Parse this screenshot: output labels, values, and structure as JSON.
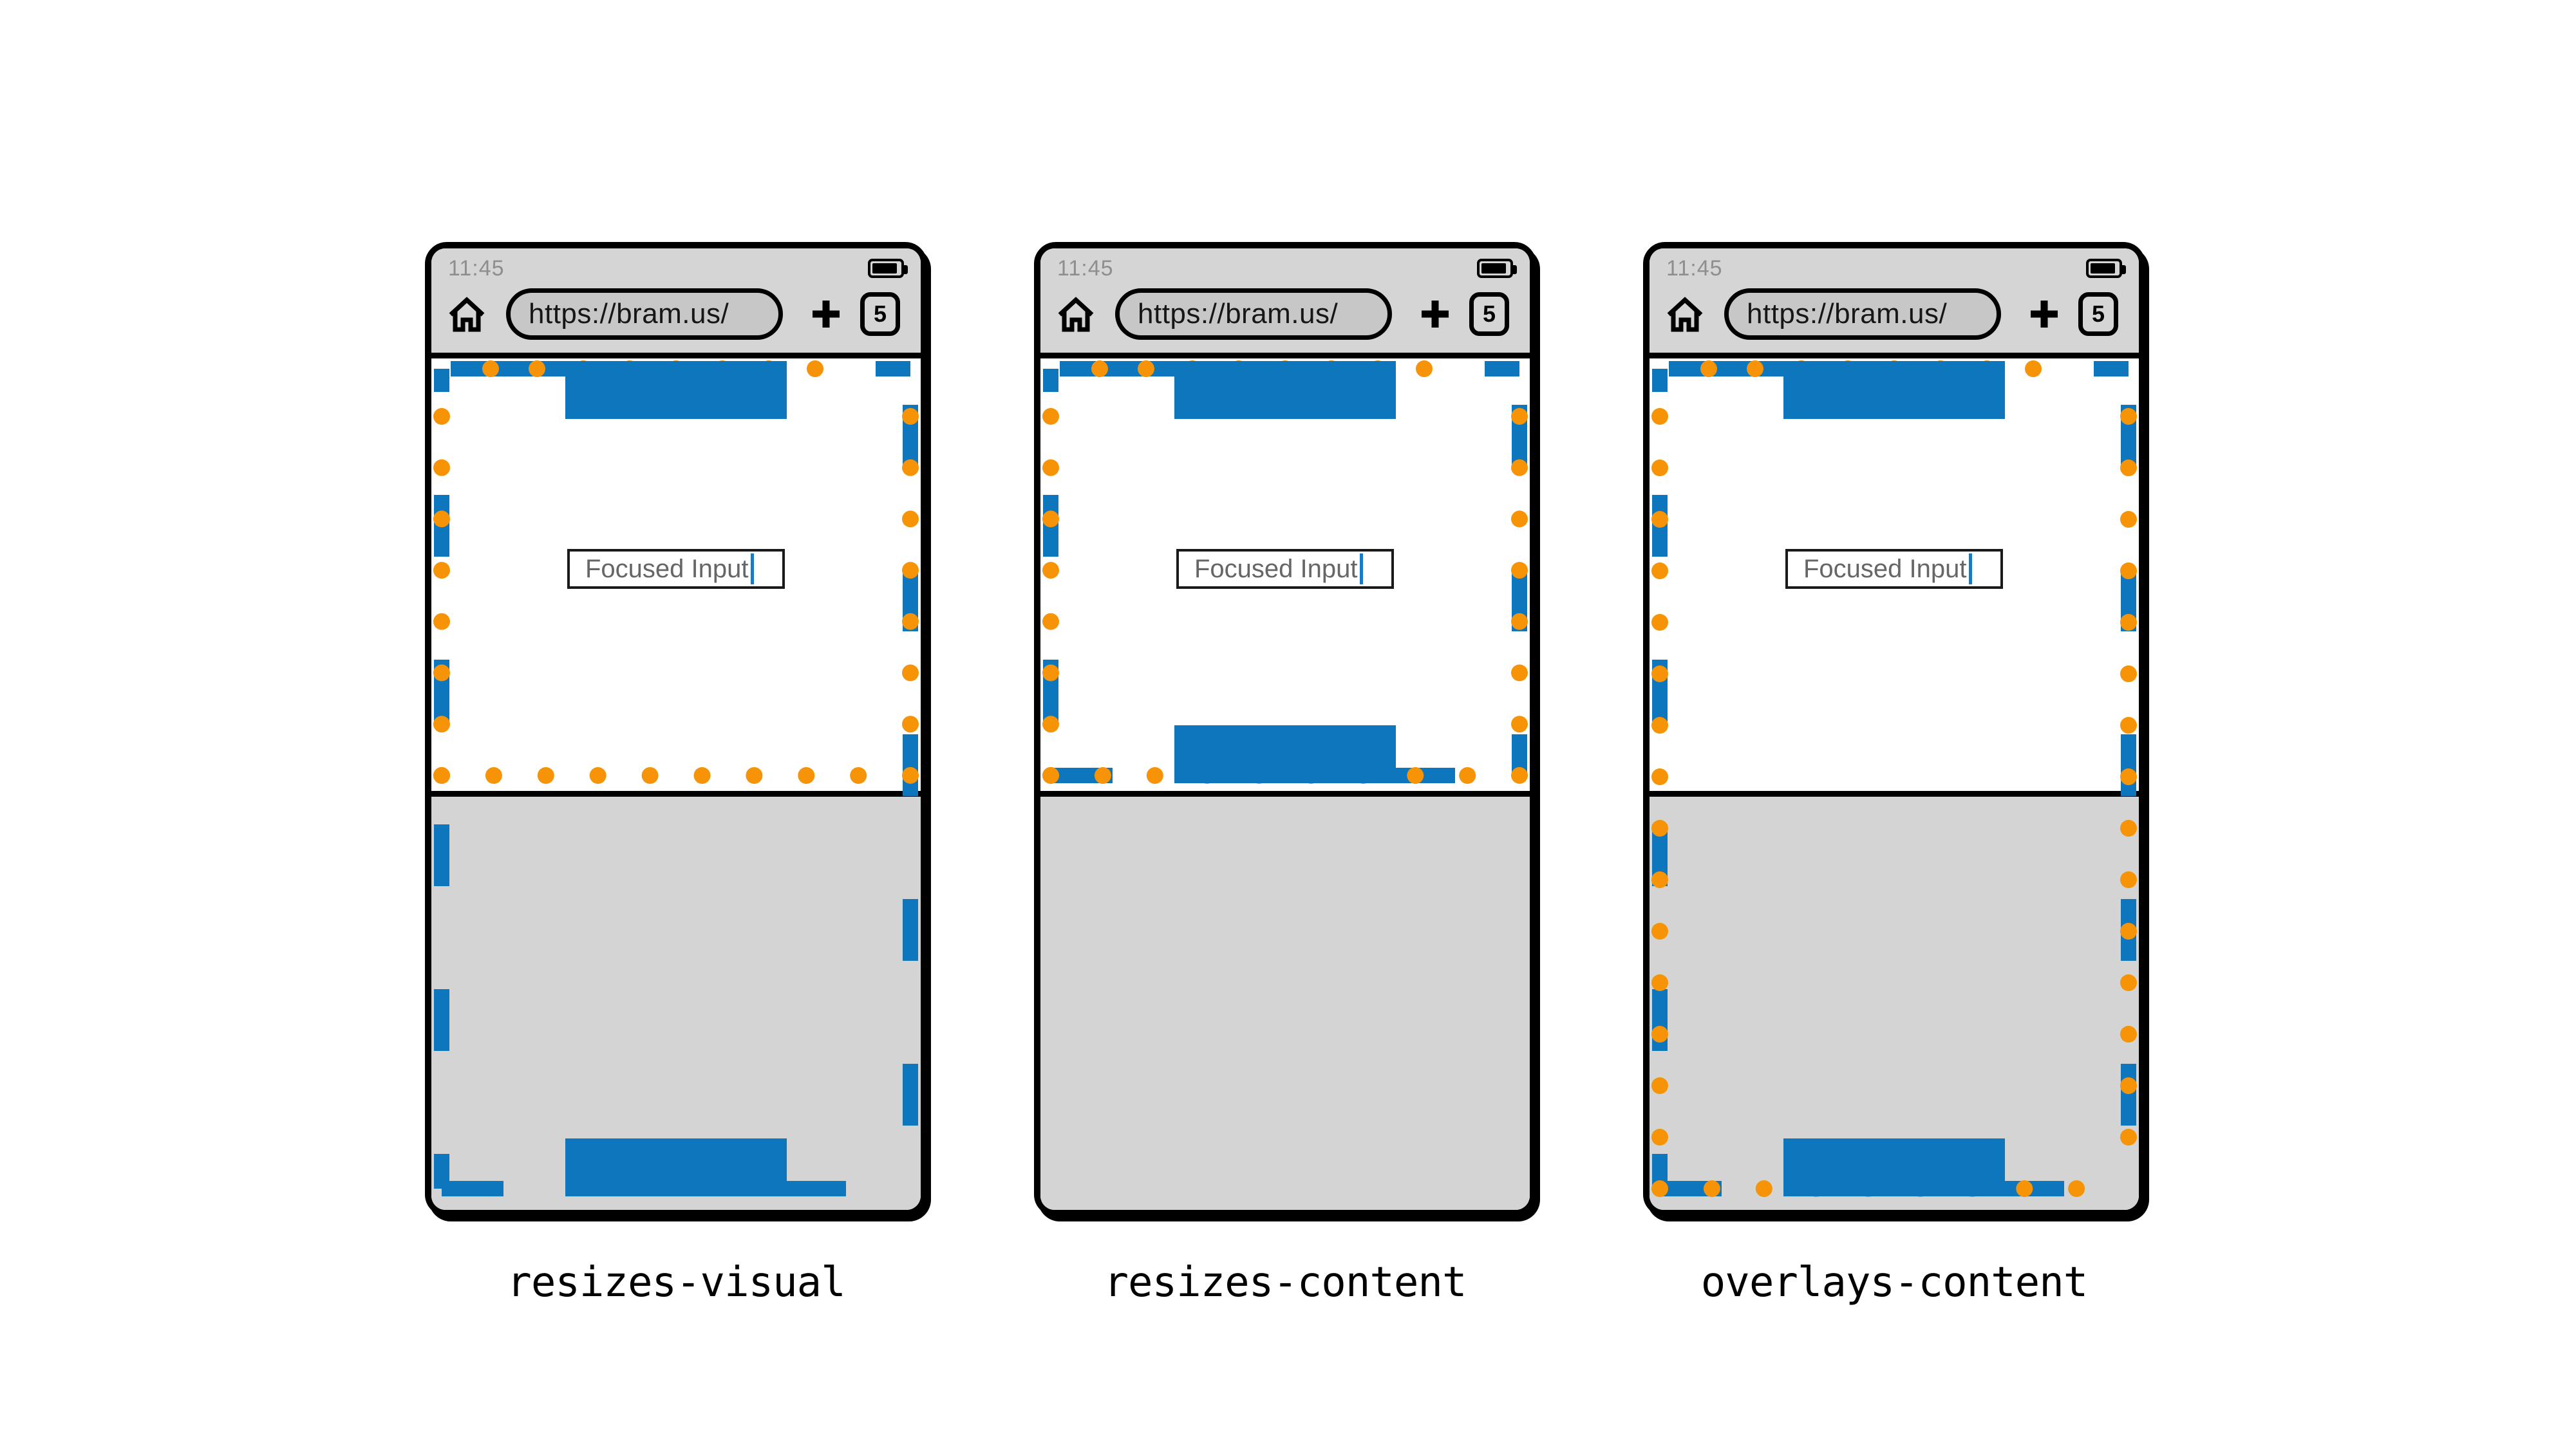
{
  "phones": [
    {
      "behavior_label": "resizes-visual",
      "status": {
        "time": "11:45",
        "battery_icon": "battery-full-icon"
      },
      "browser": {
        "home_icon": "home-icon",
        "url": "https://bram.us/",
        "new_tab_icon": "plus-icon",
        "tab_count": "5"
      },
      "page": {
        "input_value": "Focused Input"
      }
    },
    {
      "behavior_label": "resizes-content",
      "status": {
        "time": "11:45",
        "battery_icon": "battery-full-icon"
      },
      "browser": {
        "home_icon": "home-icon",
        "url": "https://bram.us/",
        "new_tab_icon": "plus-icon",
        "tab_count": "5"
      },
      "page": {
        "input_value": "Focused Input"
      }
    },
    {
      "behavior_label": "overlays-content",
      "status": {
        "time": "11:45",
        "battery_icon": "battery-full-icon"
      },
      "browser": {
        "home_icon": "home-icon",
        "url": "https://bram.us/",
        "new_tab_icon": "plus-icon",
        "tab_count": "5"
      },
      "page": {
        "input_value": "Focused Input"
      }
    }
  ],
  "colors": {
    "layout_viewport_blue": "#0e76bc",
    "visual_viewport_orange": "#f79306",
    "chrome_gray": "#d5d5d5",
    "keyboard_gray": "#d4d4d4",
    "url_pill_gray": "#c7c7c7",
    "time_gray": "#8e8e8e",
    "input_text_gray": "#666666",
    "caret_blue": "#1a7ac2"
  }
}
